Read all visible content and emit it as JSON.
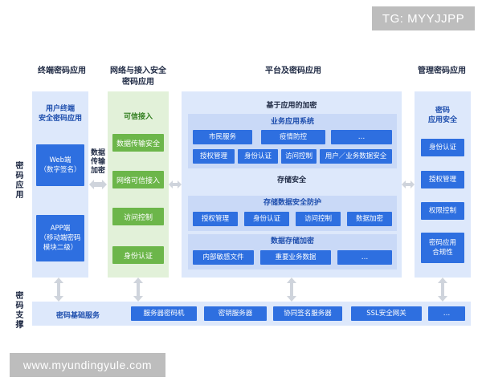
{
  "watermark_top": "TG: MYYJJPP",
  "watermark_bottom": "www.myundingyule.com",
  "columns": {
    "terminal": "终端密码应用",
    "network_line1": "网络与接入安全",
    "network_line2": "密码应用",
    "platform": "平台及密码应用",
    "management": "管理密码应用"
  },
  "side_labels": {
    "application": "密码应用",
    "support": "密码支撑"
  },
  "terminal_panel": {
    "title_line1": "用户终端",
    "title_line2": "安全密码应用",
    "web_line1": "Web端",
    "web_line2": "（数字签名）",
    "app_line1": "APP端",
    "app_line2": "（移动端密码",
    "app_line3": "模块二级）"
  },
  "transfer_label": "数据传输加密",
  "network_panel": {
    "title": "可信接入",
    "items": [
      "数据传输安全",
      "网络可信接入",
      "访问控制",
      "身份认证"
    ]
  },
  "platform_panel": {
    "title": "基于应用的加密",
    "business": {
      "title": "业务应用系统",
      "row1": [
        "市民服务",
        "疫情防控",
        "…"
      ],
      "row2": [
        "授权管理",
        "身份认证",
        "访问控制",
        "用户／业务数据安全"
      ]
    },
    "storage_title": "存储安全",
    "storage_protect": {
      "title": "存储数据安全防护",
      "items": [
        "授权管理",
        "身份认证",
        "访问控制",
        "数据加密"
      ]
    },
    "storage_encrypt": {
      "title": "数据存储加密",
      "items": [
        "内部敏感文件",
        "重要业务数据",
        "…"
      ]
    }
  },
  "management_panel": {
    "title_line1": "密码",
    "title_line2": "应用安全",
    "items": [
      "身份认证",
      "授权管理",
      "权限控制"
    ],
    "compliance_line1": "密码应用",
    "compliance_line2": "合规性"
  },
  "support_bar": {
    "label": "密码基础服务",
    "items": [
      "服务器密码机",
      "密钥服务器",
      "协同签名服务器",
      "SSL安全网关",
      "…"
    ]
  },
  "colors": {
    "box_blue": "#2e6fe0",
    "box_green": "#6cb64a",
    "panel_blue": "#dde8fb",
    "panel_green": "#e2f1d9",
    "arrow": "#cfd4dc"
  }
}
